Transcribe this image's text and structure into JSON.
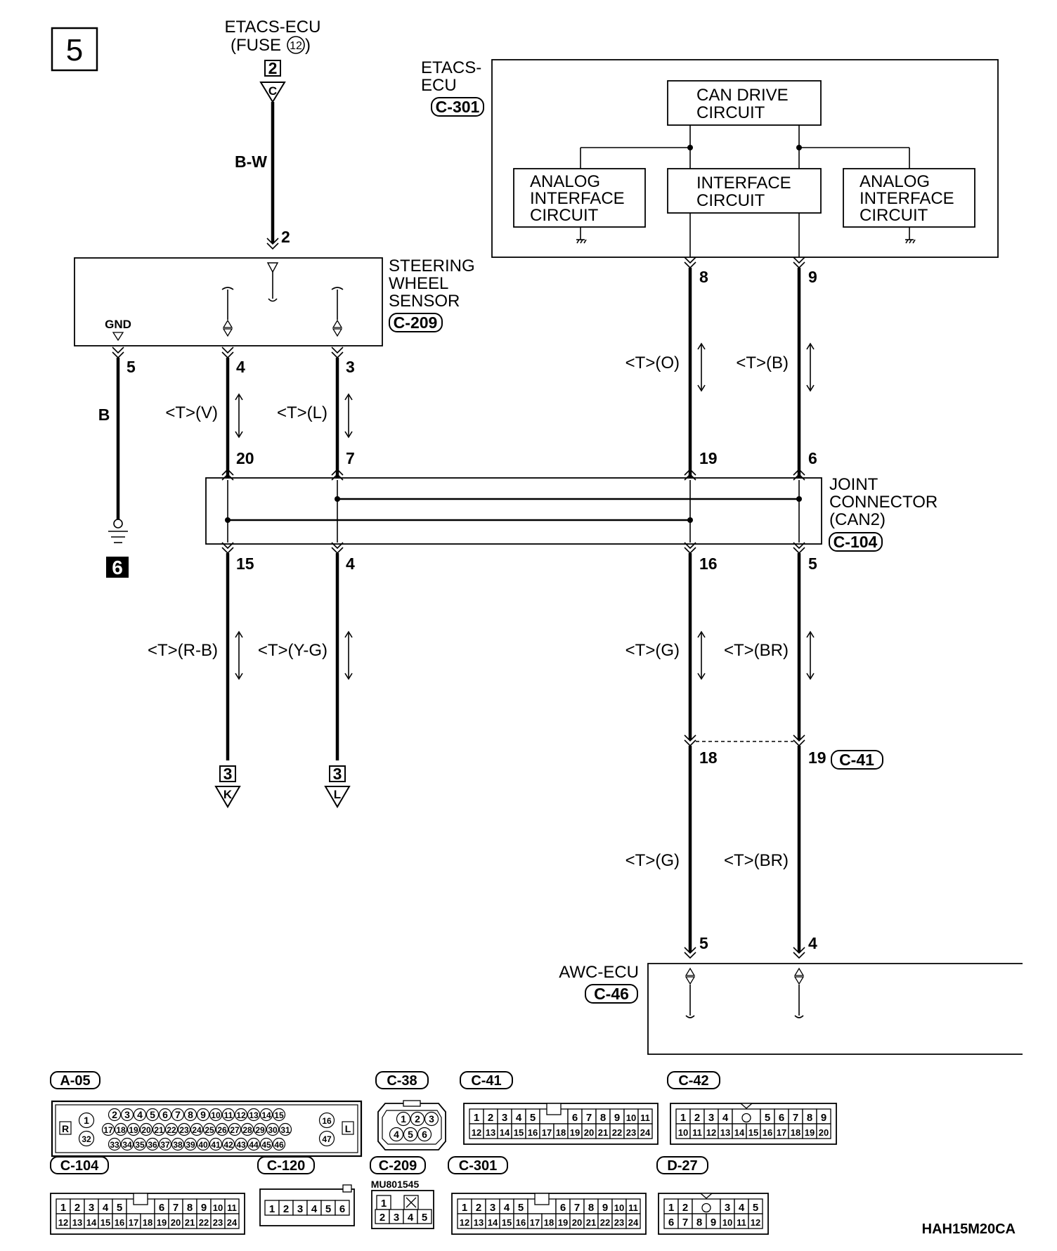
{
  "page_number": "5",
  "diagram_code": "HAH15M20CA",
  "fuse_source": {
    "name": "ETACS-ECU",
    "fuse_prefix": "(FUSE",
    "fuse_number": "12",
    "fuse_suffix": ")",
    "page_ref": "2",
    "connector_letter": "C",
    "wire_color": "B-W",
    "pin": "2"
  },
  "etacs_ecu": {
    "label_line1": "ETACS-",
    "label_line2": "ECU",
    "connector": "C-301",
    "can_drive_circuit": [
      "CAN DRIVE",
      "CIRCUIT"
    ],
    "analog_interface_left": [
      "ANALOG",
      "INTERFACE",
      "CIRCUIT"
    ],
    "interface_circuit": [
      "INTERFACE",
      "CIRCUIT"
    ],
    "analog_interface_right": [
      "ANALOG",
      "INTERFACE",
      "CIRCUIT"
    ],
    "pins": [
      "8",
      "9"
    ]
  },
  "steering_wheel_sensor": {
    "label": [
      "STEERING",
      "WHEEL",
      "SENSOR"
    ],
    "connector": "C-209",
    "gnd": "GND",
    "pins": [
      "5",
      "4",
      "3"
    ]
  },
  "wires": {
    "gnd_color": "B",
    "sensor_pin4": "<T>(V)",
    "sensor_pin3": "<T>(L)",
    "etacs_pin8": "<T>(O)",
    "etacs_pin9": "<T>(B)",
    "jc_pin15": "<T>(R-B)",
    "jc_pin4": "<T>(Y-G)",
    "jc_pin16": "<T>(G)",
    "jc_pin5": "<T>(BR)",
    "awc_pin5": "<T>(G)",
    "awc_pin4": "<T>(BR)"
  },
  "ground_ref": "6",
  "joint_connector": {
    "label": [
      "JOINT",
      "CONNECTOR",
      "(CAN2)"
    ],
    "connector": "C-104",
    "top_pins": [
      "20",
      "7",
      "19",
      "6"
    ],
    "bottom_pins": [
      "15",
      "4",
      "16",
      "5"
    ]
  },
  "off_page": [
    {
      "page": "3",
      "letter": "K"
    },
    {
      "page": "3",
      "letter": "L"
    }
  ],
  "intermediate_connector": {
    "connector": "C-41",
    "pins": [
      "18",
      "19"
    ]
  },
  "awc_ecu": {
    "label": "AWC-ECU",
    "connector": "C-46",
    "pins": [
      "5",
      "4"
    ]
  },
  "connector_views": {
    "a05": {
      "name": "A-05",
      "side_left": "R",
      "side_right": "L",
      "row1": [
        "2",
        "3",
        "4",
        "5",
        "6",
        "7",
        "8",
        "9",
        "10",
        "11",
        "12",
        "13",
        "14",
        "15"
      ],
      "row2": [
        "17",
        "18",
        "19",
        "20",
        "21",
        "22",
        "23",
        "24",
        "25",
        "26",
        "27",
        "28",
        "29",
        "30",
        "31"
      ],
      "row3": [
        "33",
        "34",
        "35",
        "36",
        "37",
        "38",
        "39",
        "40",
        "41",
        "42",
        "43",
        "44",
        "45",
        "46"
      ],
      "left_pins": [
        "1",
        "32"
      ],
      "right_pins": [
        "16",
        "47"
      ]
    },
    "c38": {
      "name": "C-38",
      "row1": [
        "1",
        "2",
        "3"
      ],
      "row2": [
        "4",
        "5",
        "6"
      ]
    },
    "c41": {
      "name": "C-41",
      "row1a": [
        "1",
        "2",
        "3",
        "4",
        "5"
      ],
      "row1b": [
        "6",
        "7",
        "8",
        "9",
        "10",
        "11"
      ],
      "row2": [
        "12",
        "13",
        "14",
        "15",
        "16",
        "17",
        "18",
        "19",
        "20",
        "21",
        "22",
        "23",
        "24"
      ]
    },
    "c42": {
      "name": "C-42",
      "row1a": [
        "1",
        "2",
        "3",
        "4"
      ],
      "row1b": [
        "5",
        "6",
        "7",
        "8",
        "9"
      ],
      "row2": [
        "10",
        "11",
        "12",
        "13",
        "14",
        "15",
        "16",
        "17",
        "18",
        "19",
        "20"
      ]
    },
    "c104": {
      "name": "C-104",
      "row1a": [
        "1",
        "2",
        "3",
        "4",
        "5"
      ],
      "row1b": [
        "6",
        "7",
        "8",
        "9",
        "10",
        "11"
      ],
      "row2": [
        "12",
        "13",
        "14",
        "15",
        "16",
        "17",
        "18",
        "19",
        "20",
        "21",
        "22",
        "23",
        "24"
      ]
    },
    "c120": {
      "name": "C-120",
      "row": [
        "1",
        "2",
        "3",
        "4",
        "5",
        "6"
      ]
    },
    "c209": {
      "name": "C-209",
      "part_number": "MU801545",
      "row1": [
        "1"
      ],
      "row2": [
        "2",
        "3",
        "4",
        "5"
      ]
    },
    "c301": {
      "name": "C-301",
      "row1a": [
        "1",
        "2",
        "3",
        "4",
        "5"
      ],
      "row1b": [
        "6",
        "7",
        "8",
        "9",
        "10",
        "11"
      ],
      "row2": [
        "12",
        "13",
        "14",
        "15",
        "16",
        "17",
        "18",
        "19",
        "20",
        "21",
        "22",
        "23",
        "24"
      ]
    },
    "d27": {
      "name": "D-27",
      "row1a": [
        "1",
        "2"
      ],
      "row1b": [
        "3",
        "4",
        "5"
      ],
      "row2": [
        "6",
        "7",
        "8",
        "9",
        "10",
        "11",
        "12"
      ]
    }
  }
}
